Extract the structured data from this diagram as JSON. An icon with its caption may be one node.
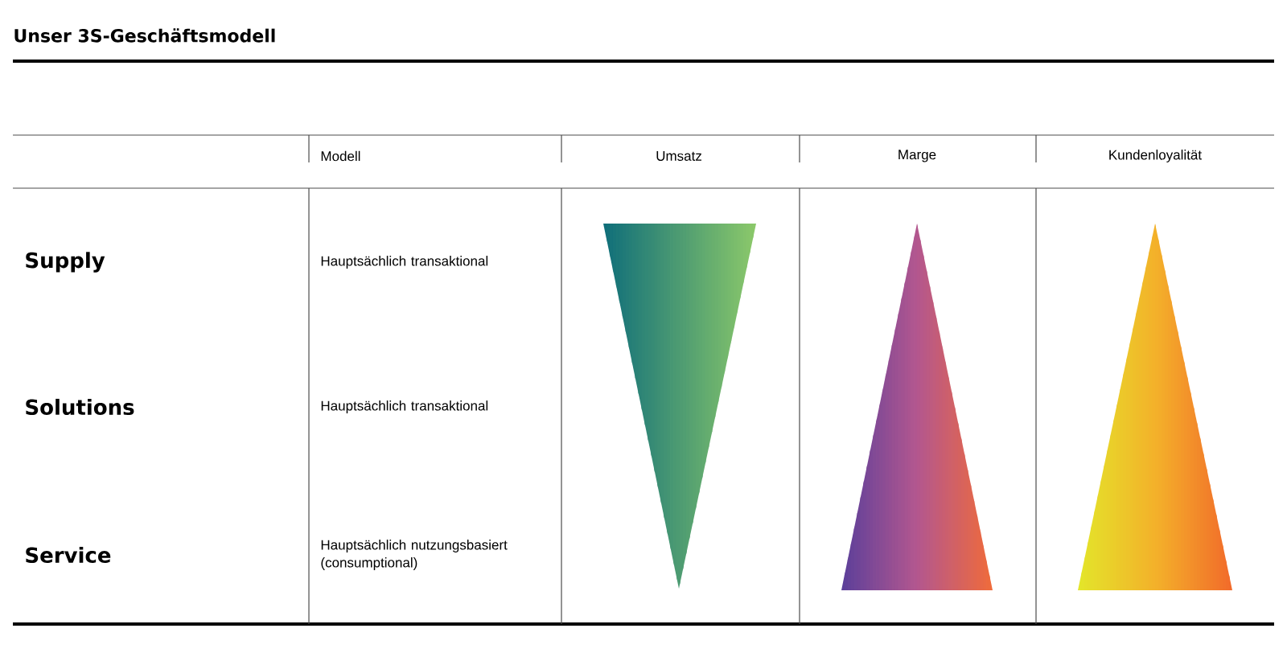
{
  "diagram": {
    "title": "Unser 3S-Geschäftsmodell",
    "labels": [
      "Modell",
      "Umsatz",
      "Marge",
      "Kundenloyalität",
      "Supply",
      "Hauptsächlich transaktional",
      "Solutions",
      "Hauptsächlich transaktional",
      "Service",
      "Hauptsächlich nutzungsbasiert (consumptional)"
    ]
  }
}
